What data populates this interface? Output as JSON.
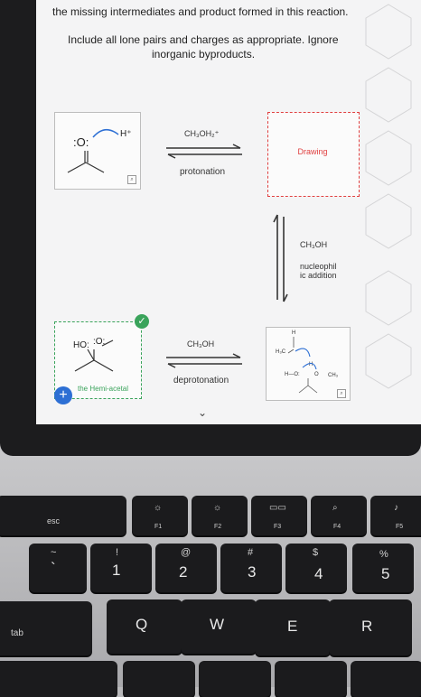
{
  "question": {
    "line1": "the missing intermediates and product formed in this reaction.",
    "line2": "Include all lone pairs and charges as appropriate. Ignore",
    "line3": "inorganic byproducts."
  },
  "step1": {
    "reagent": "CH₃OH₂⁺",
    "label": "protonation",
    "start_hplus": "H⁺",
    "start_o": ":O:"
  },
  "step2": {
    "reagent": "CH₃OH",
    "label1": "nucleophil",
    "label2": "ic addition",
    "drawing": "Drawing"
  },
  "step3": {
    "reagent": "CH₃OH",
    "label": "deprotonation",
    "hemi_label": "the Hemi-acetal",
    "ho": "HO:",
    "o": ":O:"
  },
  "intermediate": {
    "h3c": "H₃C",
    "h_top": "H",
    "h_mid": "H",
    "ch3": "CH₃",
    "h_left": "H—O:",
    "o_center": "O"
  },
  "colors": {
    "accent_green": "#3aa35b",
    "accent_red": "#e04040",
    "accent_blue": "#2d6fd4",
    "key_bg": "#1b1b1d"
  },
  "keyboard": {
    "esc": "esc",
    "f1": "F1",
    "f2": "F2",
    "f3": "F3",
    "f4": "F4",
    "f5": "F5",
    "k_tilde_top": "~",
    "k_tilde_main": "`",
    "k1_top": "!",
    "k1_main": "1",
    "k2_top": "@",
    "k2_main": "2",
    "k3_top": "#",
    "k3_main": "3",
    "k4_top": "$",
    "k4_main": "4",
    "k5_top": "%",
    "k5_main": "5",
    "tab": "tab",
    "q": "Q",
    "w": "W",
    "e": "E",
    "r": "R"
  }
}
